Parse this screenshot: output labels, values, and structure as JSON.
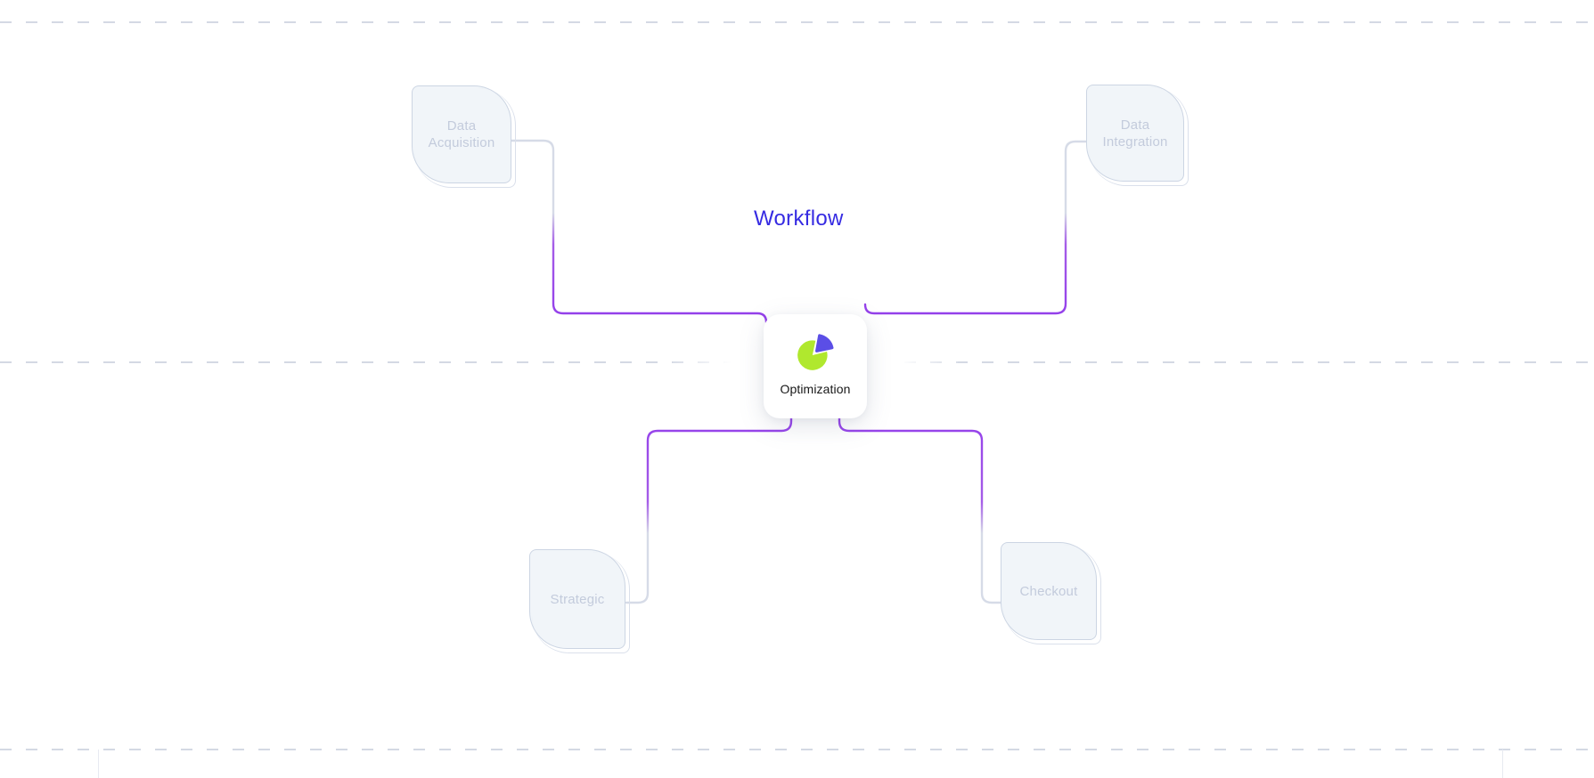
{
  "diagram": {
    "title": "Workflow",
    "center_node": {
      "label": "Optimization",
      "icon": "pie-chart-icon"
    },
    "nodes": [
      {
        "id": "data-acquisition",
        "label": "Data Acquisition",
        "position": "top-left"
      },
      {
        "id": "data-integration",
        "label": "Data Integration",
        "position": "top-right"
      },
      {
        "id": "strategic",
        "label": "Strategic",
        "position": "bottom-left"
      },
      {
        "id": "checkout",
        "label": "Checkout",
        "position": "bottom-right"
      }
    ],
    "connections": [
      {
        "from": "data-acquisition",
        "to": "optimization"
      },
      {
        "from": "data-integration",
        "to": "optimization"
      },
      {
        "from": "optimization",
        "to": "strategic"
      },
      {
        "from": "optimization",
        "to": "checkout"
      }
    ],
    "colors": {
      "accent-blue": "#362be2",
      "connector-purple": "#9440ea",
      "connector-purple-mid": "#a55ce8",
      "connector-gray": "#d6dbe7",
      "node-bg": "#f1f5f9",
      "node-border": "#ccd5e3",
      "node-text": "#c3cbdc",
      "pie-green": "#b0e82e",
      "pie-blue": "#5b4ee6",
      "dash": "#d4d9e4",
      "card-text": "#171717"
    }
  }
}
